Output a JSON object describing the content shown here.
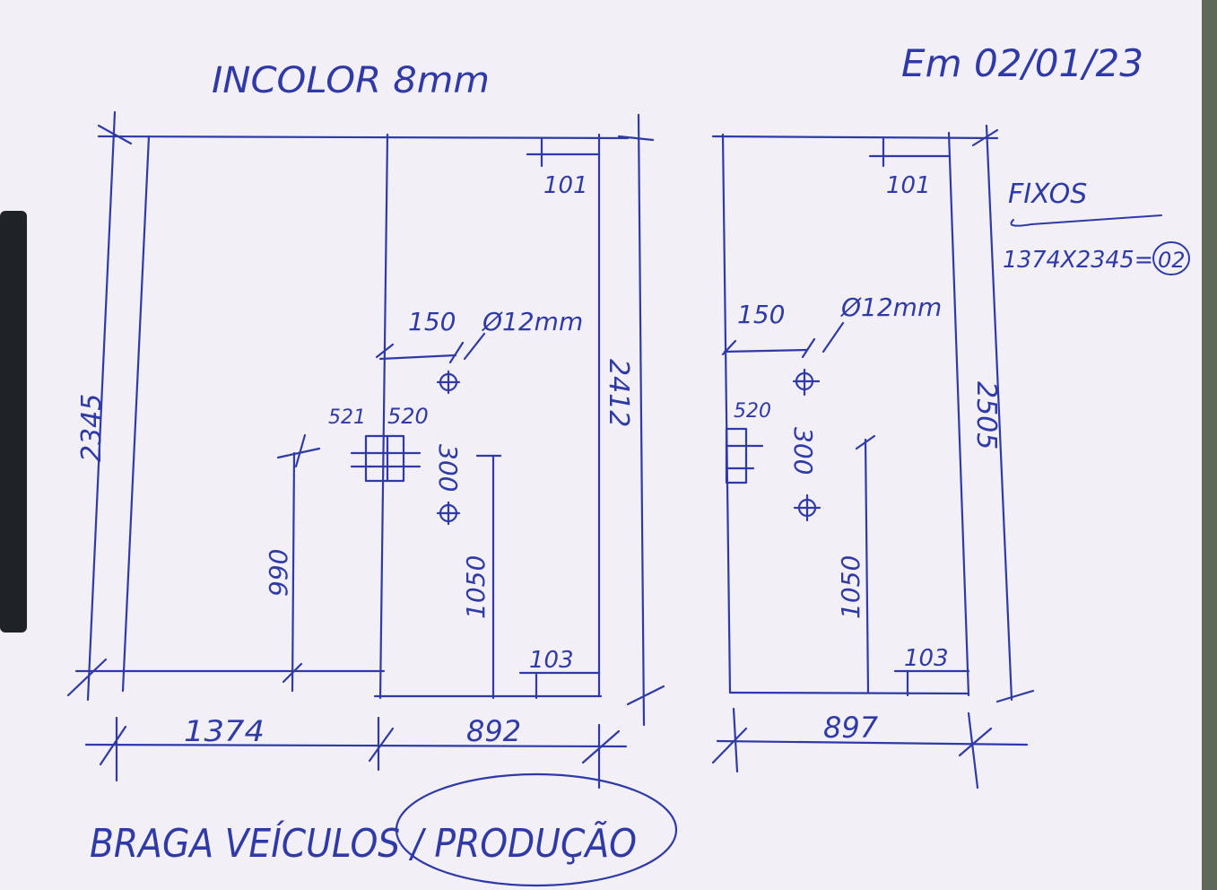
{
  "colors": {
    "ink": "#2f3aa8",
    "paper": "#f3eff6",
    "background": "#3a4a32",
    "clip": "#1f2327"
  },
  "header": {
    "material": "INCOLOR 8mm",
    "date": "Em 02/01/23"
  },
  "left_drawing": {
    "height_total": "2345",
    "width_fixed": "1374",
    "width_door": "892",
    "door_height": "2412",
    "top_offset": "101",
    "bottom_offset": "103",
    "hole_offset": "150",
    "hole_diameter": "Ø12mm",
    "lock_label_a": "521",
    "lock_label_b": "520",
    "hole_spacing": "300",
    "handle_height": "1050",
    "lock_height": "990"
  },
  "right_drawing": {
    "width": "897",
    "height": "2505",
    "top_offset": "101",
    "bottom_offset": "103",
    "hole_offset": "150",
    "hole_diameter": "Ø12mm",
    "lock_label": "520",
    "hole_spacing": "300",
    "handle_height": "1050"
  },
  "notes": {
    "title": "FIXOS",
    "spec": "1374X2345=",
    "qty": "02"
  },
  "footer": {
    "client": "BRAGA VEÍCULOS / PRODUÇÃO"
  }
}
